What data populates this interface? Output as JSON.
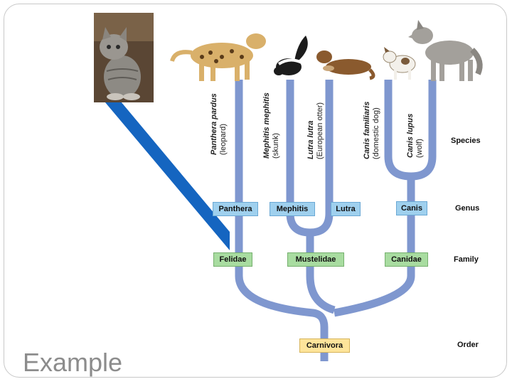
{
  "ranks": {
    "species": "Species",
    "genus": "Genus",
    "family": "Family",
    "order": "Order"
  },
  "genera": {
    "panthera": "Panthera",
    "mephitis": "Mephitis",
    "lutra": "Lutra",
    "canis": "Canis"
  },
  "families": {
    "felidae": "Felidae",
    "mustelidae": "Mustelidae",
    "canidae": "Canidae"
  },
  "order": "Carnivora",
  "species": {
    "leopard": {
      "scientific": "Panthera pardus",
      "common": "(leopard)"
    },
    "skunk": {
      "scientific": "Mephitis mephitis",
      "common": "(skunk)"
    },
    "otter": {
      "scientific": "Lutra lutra",
      "common": "(European otter)"
    },
    "dog": {
      "scientific": "Canis familiaris",
      "common": "(domestic dog)"
    },
    "wolf": {
      "scientific": "Canis lupus",
      "common": "(wolf)"
    }
  },
  "caption": "Example",
  "colors": {
    "branch": "#7f97cf",
    "pointer": "#1565c0",
    "genus": "#9fd0ee",
    "family": "#a8dca0",
    "order": "#fde49a"
  }
}
